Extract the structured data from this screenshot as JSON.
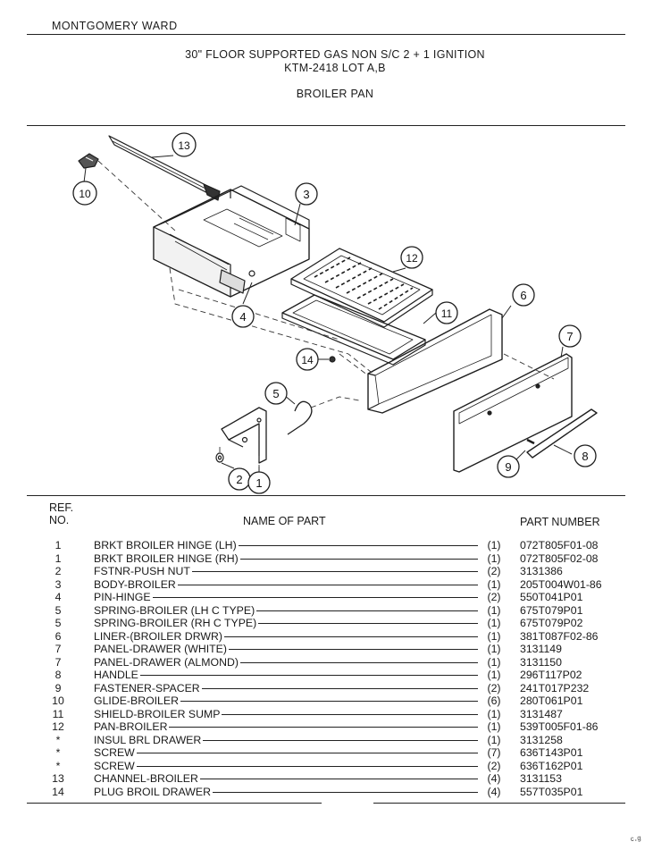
{
  "header": {
    "brand": "MONTGOMERY WARD",
    "title_line1": "30\" FLOOR SUPPORTED GAS NON S/C 2 + 1 IGNITION",
    "title_line2": "KTM-2418 LOT A,B",
    "section": "BROILER PAN"
  },
  "diagram": {
    "callouts": [
      "13",
      "10",
      "3",
      "12",
      "4",
      "11",
      "6",
      "14",
      "7",
      "5",
      "9",
      "8",
      "2",
      "1"
    ]
  },
  "table": {
    "headers": {
      "ref_line1": "REF.",
      "ref_line2": "NO.",
      "name": "NAME OF PART",
      "part_number": "PART NUMBER"
    },
    "rows": [
      {
        "ref": "1",
        "name": "BRKT BROILER HINGE (LH)",
        "qty": "(1)",
        "part": "072T805F01-08"
      },
      {
        "ref": "1",
        "name": "BRKT BROILER HINGE (RH)",
        "qty": "(1)",
        "part": "072T805F02-08"
      },
      {
        "ref": "2",
        "name": "FSTNR-PUSH NUT",
        "qty": "(2)",
        "part": "3131386"
      },
      {
        "ref": "3",
        "name": "BODY-BROILER",
        "qty": "(1)",
        "part": "205T004W01-86"
      },
      {
        "ref": "4",
        "name": "PIN-HINGE",
        "qty": "(2)",
        "part": "550T041P01"
      },
      {
        "ref": "5",
        "name": "SPRING-BROILER (LH C TYPE)",
        "qty": "(1)",
        "part": "675T079P01"
      },
      {
        "ref": "5",
        "name": "SPRING-BROILER (RH C TYPE)",
        "qty": "(1)",
        "part": "675T079P02"
      },
      {
        "ref": "6",
        "name": "LINER-(BROILER DRWR)",
        "qty": "(1)",
        "part": "381T087F02-86"
      },
      {
        "ref": "7",
        "name": "PANEL-DRAWER (WHITE)",
        "qty": "(1)",
        "part": "3131149"
      },
      {
        "ref": "7",
        "name": "PANEL-DRAWER (ALMOND)",
        "qty": "(1)",
        "part": "3131150"
      },
      {
        "ref": "8",
        "name": "HANDLE",
        "qty": "(1)",
        "part": "296T117P02"
      },
      {
        "ref": "9",
        "name": "FASTENER-SPACER",
        "qty": "(2)",
        "part": "241T017P232"
      },
      {
        "ref": "10",
        "name": "GLIDE-BROILER",
        "qty": "(6)",
        "part": "280T061P01"
      },
      {
        "ref": "11",
        "name": "SHIELD-BROILER SUMP",
        "qty": "(1)",
        "part": "3131487"
      },
      {
        "ref": "12",
        "name": "PAN-BROILER",
        "qty": "(1)",
        "part": "539T005F01-86"
      },
      {
        "ref": "*",
        "name": "INSUL BRL DRAWER",
        "qty": "(1)",
        "part": "3131258"
      },
      {
        "ref": "*",
        "name": "SCREW",
        "qty": "(7)",
        "part": "636T143P01"
      },
      {
        "ref": "*",
        "name": "SCREW",
        "qty": "(2)",
        "part": "636T162P01"
      },
      {
        "ref": "13",
        "name": "CHANNEL-BROILER",
        "qty": "(4)",
        "part": "3131153"
      },
      {
        "ref": "14",
        "name": "PLUG BROIL DRAWER",
        "qty": "(4)",
        "part": "557T035P01"
      }
    ]
  },
  "footer": {
    "corner_mark": "ᶜ·ᵍ"
  }
}
